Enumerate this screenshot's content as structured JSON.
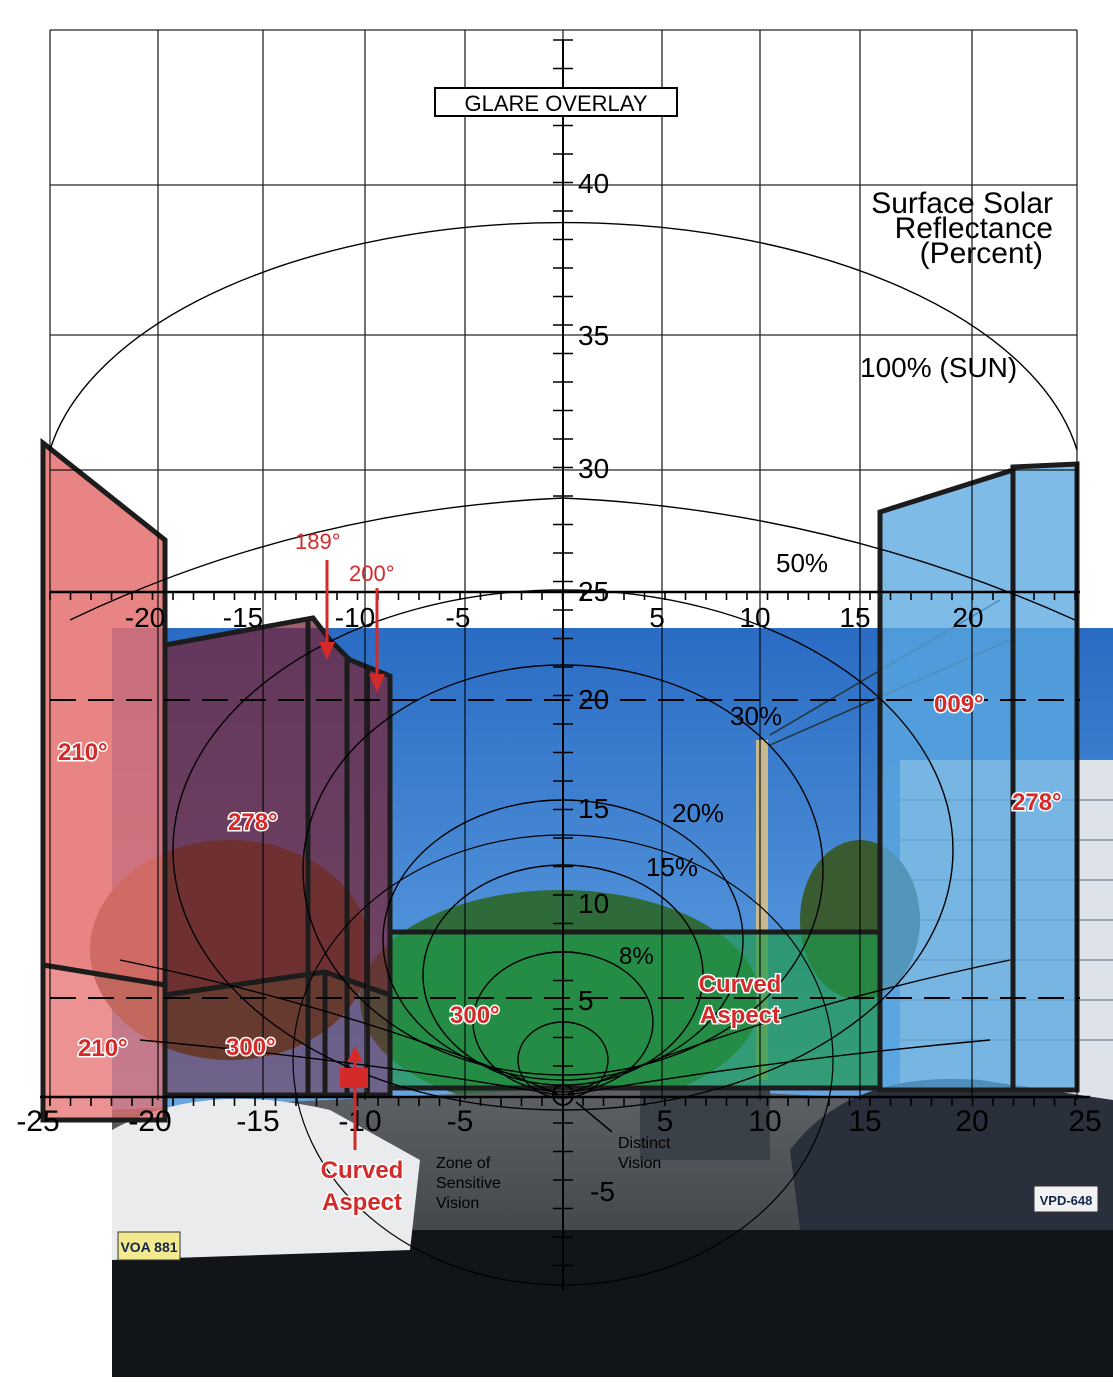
{
  "title": "GLARE OVERLAY",
  "legend": {
    "line1": "Surface Solar",
    "line2": "Reflectance",
    "line3": "(Percent)"
  },
  "contours": [
    {
      "label": "100% (SUN)"
    },
    {
      "label": "50%"
    },
    {
      "label": "30%"
    },
    {
      "label": "20%"
    },
    {
      "label": "15%"
    },
    {
      "label": "8%"
    }
  ],
  "axes": {
    "x_labels_upper": [
      "-20",
      "-15",
      "-10",
      "-5",
      "5",
      "10",
      "15",
      "20"
    ],
    "x_labels_lower": [
      "-25",
      "-20",
      "-15",
      "-10",
      "-5",
      "5",
      "10",
      "15",
      "20",
      "25"
    ],
    "y_labels": [
      "40",
      "35",
      "30",
      "25",
      "20",
      "15",
      "10",
      "5",
      "-5"
    ]
  },
  "zones": {
    "sensitive": [
      "Zone of",
      "Sensitive",
      "Vision"
    ],
    "distinct": [
      "Distinct",
      "Vision"
    ]
  },
  "arrow_labels": {
    "a189": "189°",
    "a200": "200°",
    "curved_left": [
      "Curved",
      "Aspect"
    ]
  },
  "facade_labels": {
    "left_210_upper": "210°",
    "left_210_lower": "210°",
    "left_278": "278°",
    "left_300": "300°",
    "center_300": "300°",
    "center_curved": [
      "Curved",
      "Aspect"
    ],
    "right_009": "009°",
    "right_278": "278°"
  },
  "plates": {
    "left": "VOA 881",
    "right": "VPD-648"
  },
  "colors": {
    "pink": "#e56e6e",
    "maroon": "#7a2233",
    "blue": "#5aa8e0",
    "green": "#1f9a4a",
    "red": "#d42a2a",
    "sky": "#2e72c8"
  }
}
